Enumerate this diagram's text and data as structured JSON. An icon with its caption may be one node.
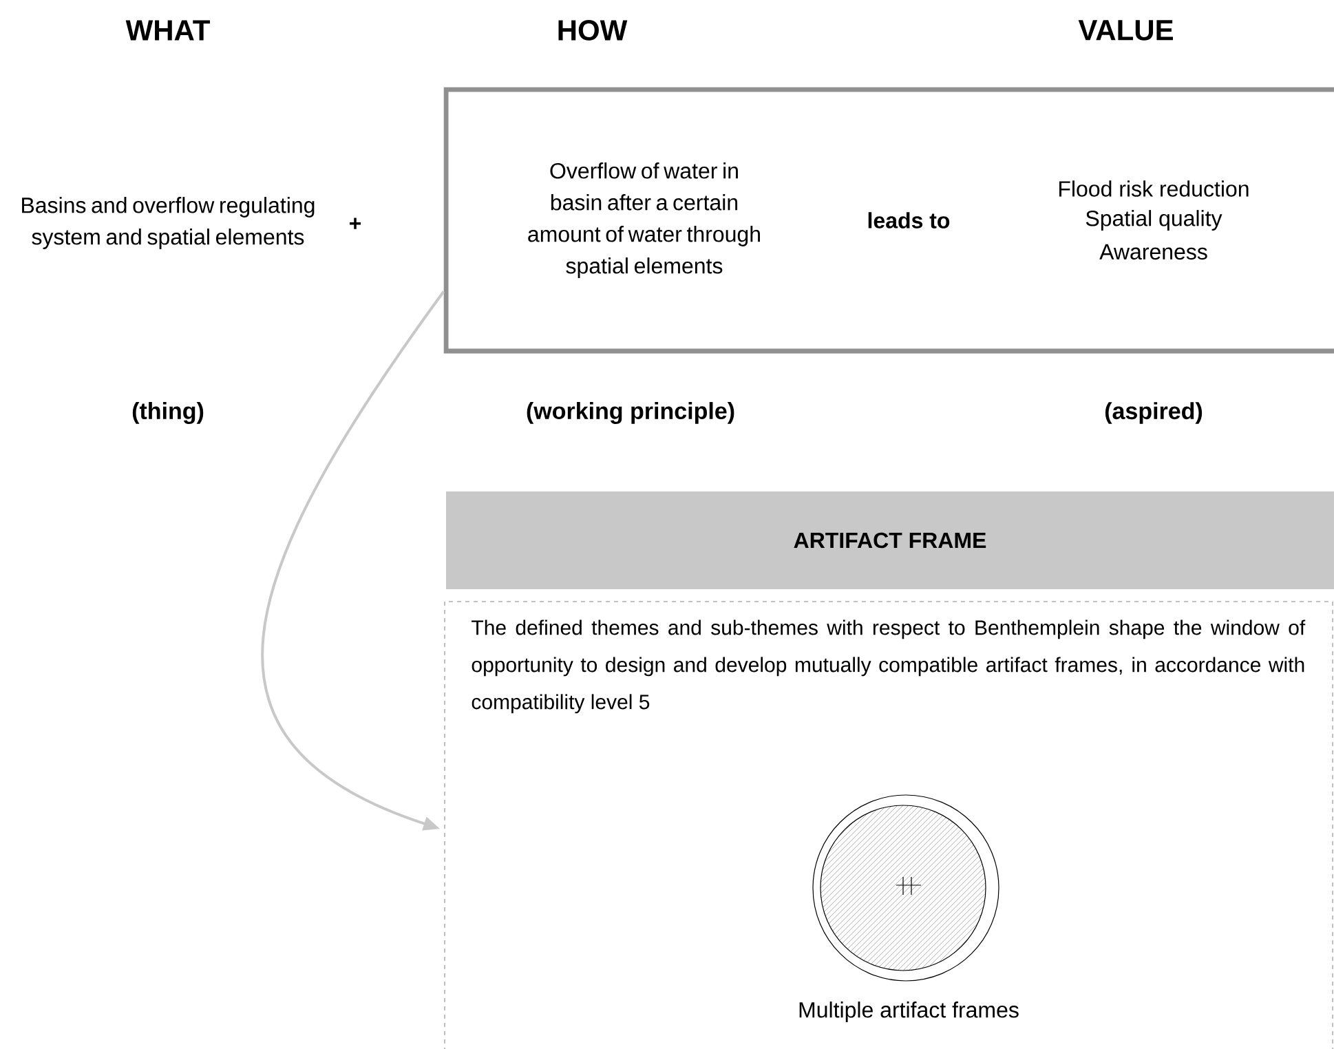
{
  "diagram": {
    "nodes": [
      {
        "text": [
          "Overflow of water in basin after a certain amount of water through spatial elements",
          "leads to",
          "Flood risk reduction",
          "Spatial quality",
          "Awareness"
        ]
      },
      {
        "text": [
          "ARTIFACT FRAME"
        ]
      },
      {
        "text": [
          "The defined themes and sub-themes with respect to Benthemplein shape the window of opportunity to design and develop mutually compatible artifact frames, in accordance with compatibility level 5",
          "Multiple artifact frames"
        ]
      }
    ],
    "edges": [
      {
        "from": 0,
        "to": 2,
        "arrow": "to",
        "color": "#c8c8c8"
      }
    ],
    "labels": [
      "WHAT",
      "HOW",
      "VALUE",
      "Basins and overflow regulating system and spatial elements",
      "+",
      "(thing)",
      "(working principle)",
      "(aspired)"
    ]
  }
}
